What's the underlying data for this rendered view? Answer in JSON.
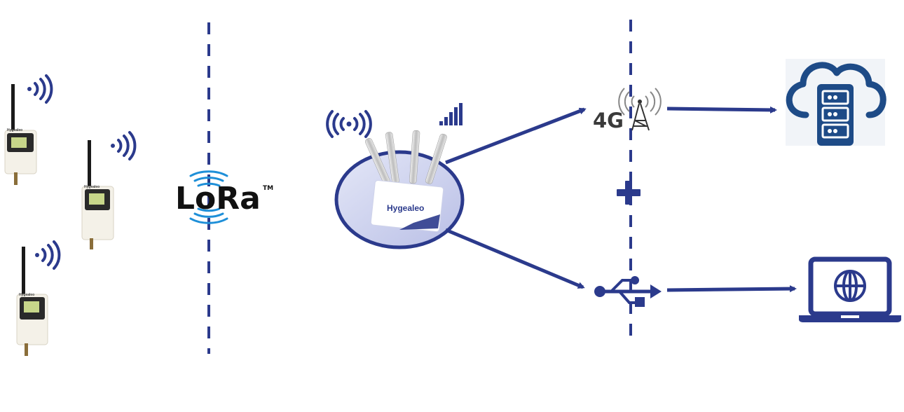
{
  "devices": {
    "brand_label": "Hygealeo"
  },
  "lora": {
    "wordmark": "LoRa",
    "trademark": "TM"
  },
  "gateway": {
    "brand_label": "Hygealeo"
  },
  "cellular": {
    "label": "4G"
  },
  "colors": {
    "primary": "#2b3a8c",
    "cloud": "#1e4b87",
    "device_body": "#f4f1e8",
    "antenna": "#1a1a1a"
  },
  "icons": [
    "wifi-signal-icon",
    "signal-bars-icon",
    "cell-tower-icon",
    "cloud-server-icon",
    "usb-icon",
    "laptop-icon",
    "globe-icon",
    "plus-icon"
  ]
}
